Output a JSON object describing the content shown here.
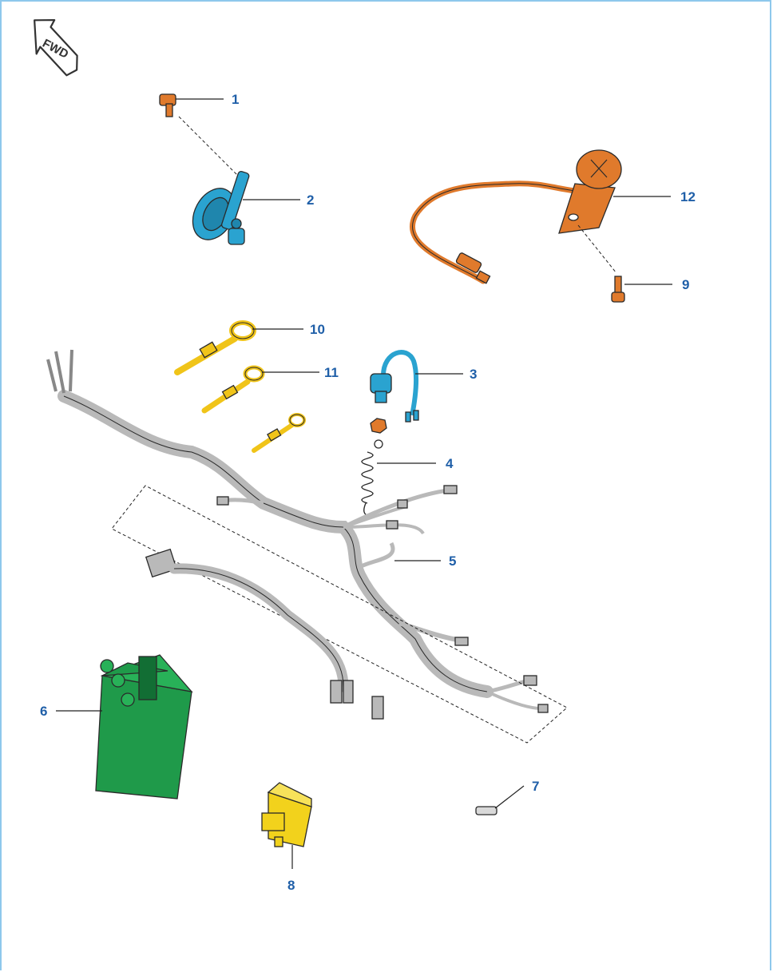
{
  "orientation": {
    "fwd_label": "FWD"
  },
  "callouts": [
    {
      "id": "1",
      "label": "1"
    },
    {
      "id": "2",
      "label": "2"
    },
    {
      "id": "3",
      "label": "3"
    },
    {
      "id": "4",
      "label": "4"
    },
    {
      "id": "5",
      "label": "5"
    },
    {
      "id": "6",
      "label": "6"
    },
    {
      "id": "7",
      "label": "7"
    },
    {
      "id": "8",
      "label": "8"
    },
    {
      "id": "9",
      "label": "9"
    },
    {
      "id": "10",
      "label": "10"
    },
    {
      "id": "11",
      "label": "11"
    },
    {
      "id": "12",
      "label": "12"
    }
  ],
  "colors": {
    "callout_text": "#1f5fa8",
    "frame_border": "#8ec8ec",
    "horn": "#2aa3d0",
    "bolt": "#e07a2c",
    "switch": "#e07a2c",
    "harness": "#b9b9b9",
    "battery": "#1f9a4a",
    "relay": "#f2d21c",
    "key": "#f0c419",
    "brake_switch": "#2aa3d0",
    "fuse": "#d9d9d9"
  },
  "icons": [
    "fwd-arrow-icon"
  ]
}
